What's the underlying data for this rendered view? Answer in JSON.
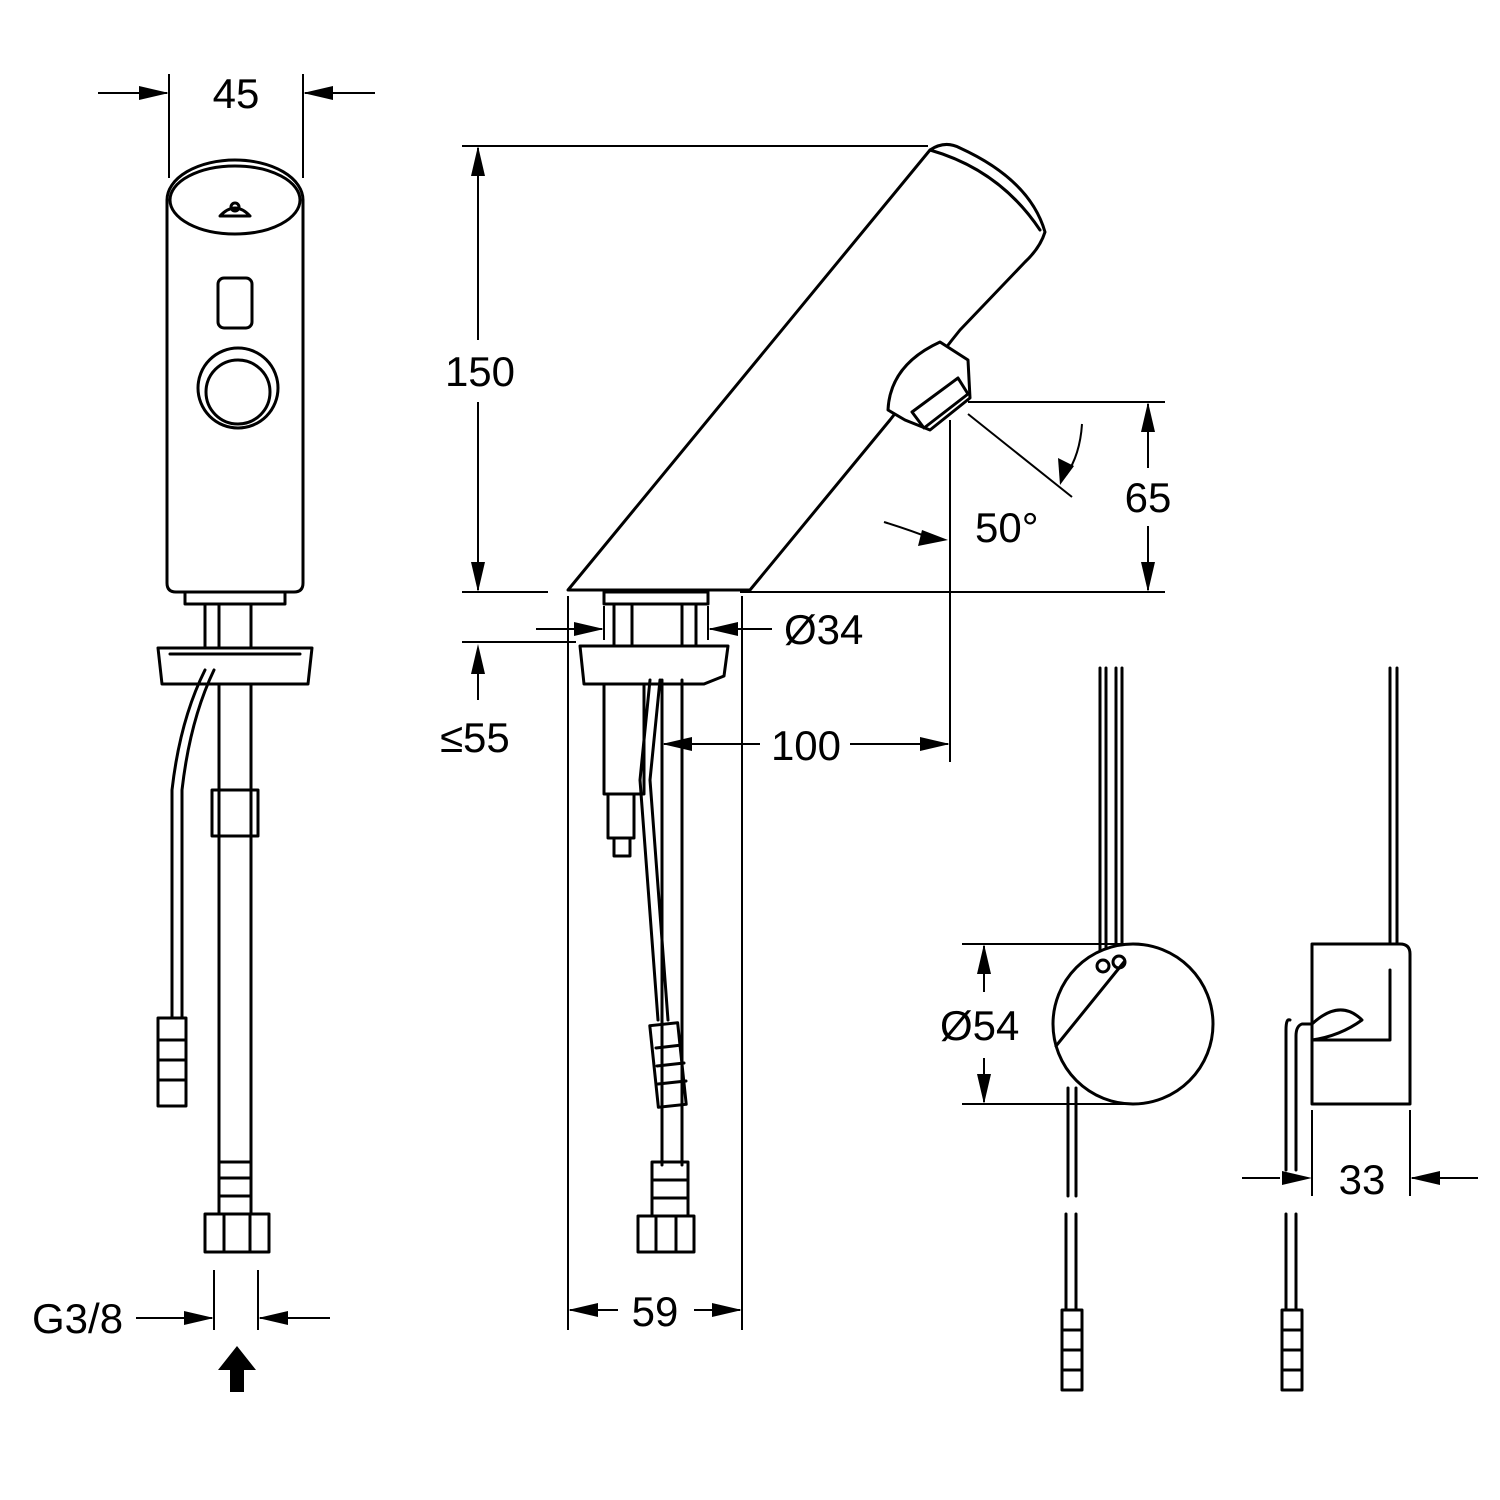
{
  "dimensions": {
    "width_top": "45",
    "height_total": "150",
    "spout_height": "65",
    "angle": "50°",
    "diameter_base": "Ø34",
    "mount_thickness": "≤55",
    "reach": "100",
    "base_width": "59",
    "thread": "G3/8",
    "box_diameter": "Ø54",
    "box_depth": "33"
  }
}
